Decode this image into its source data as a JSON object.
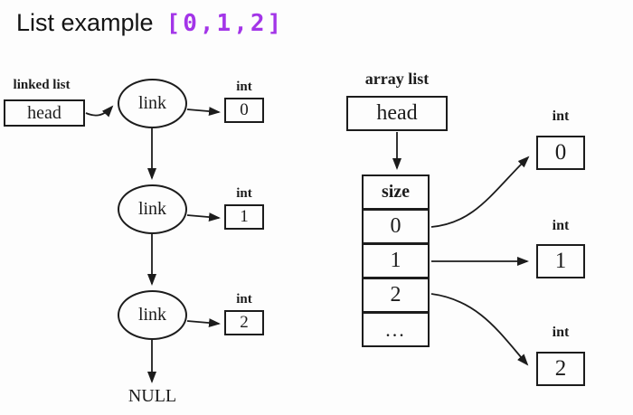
{
  "title": {
    "text": "List example",
    "code": "[0,1,2]"
  },
  "colors": {
    "code_purple": "#a335e8",
    "ink": "#1c1c1c",
    "background": "#fdfdfd"
  },
  "linked_list": {
    "label": "linked list",
    "head_label": "head",
    "nodes": [
      {
        "link_label": "link",
        "type_label": "int",
        "value": "0"
      },
      {
        "link_label": "link",
        "type_label": "int",
        "value": "1"
      },
      {
        "link_label": "link",
        "type_label": "int",
        "value": "2"
      }
    ],
    "terminator_label": "NULL"
  },
  "array_list": {
    "label": "array list",
    "head_label": "head",
    "cells": [
      {
        "label": "size"
      },
      {
        "label": "0"
      },
      {
        "label": "1"
      },
      {
        "label": "2"
      },
      {
        "label": "..."
      }
    ],
    "targets": [
      {
        "type_label": "int",
        "value": "0"
      },
      {
        "type_label": "int",
        "value": "1"
      },
      {
        "type_label": "int",
        "value": "2"
      }
    ]
  }
}
